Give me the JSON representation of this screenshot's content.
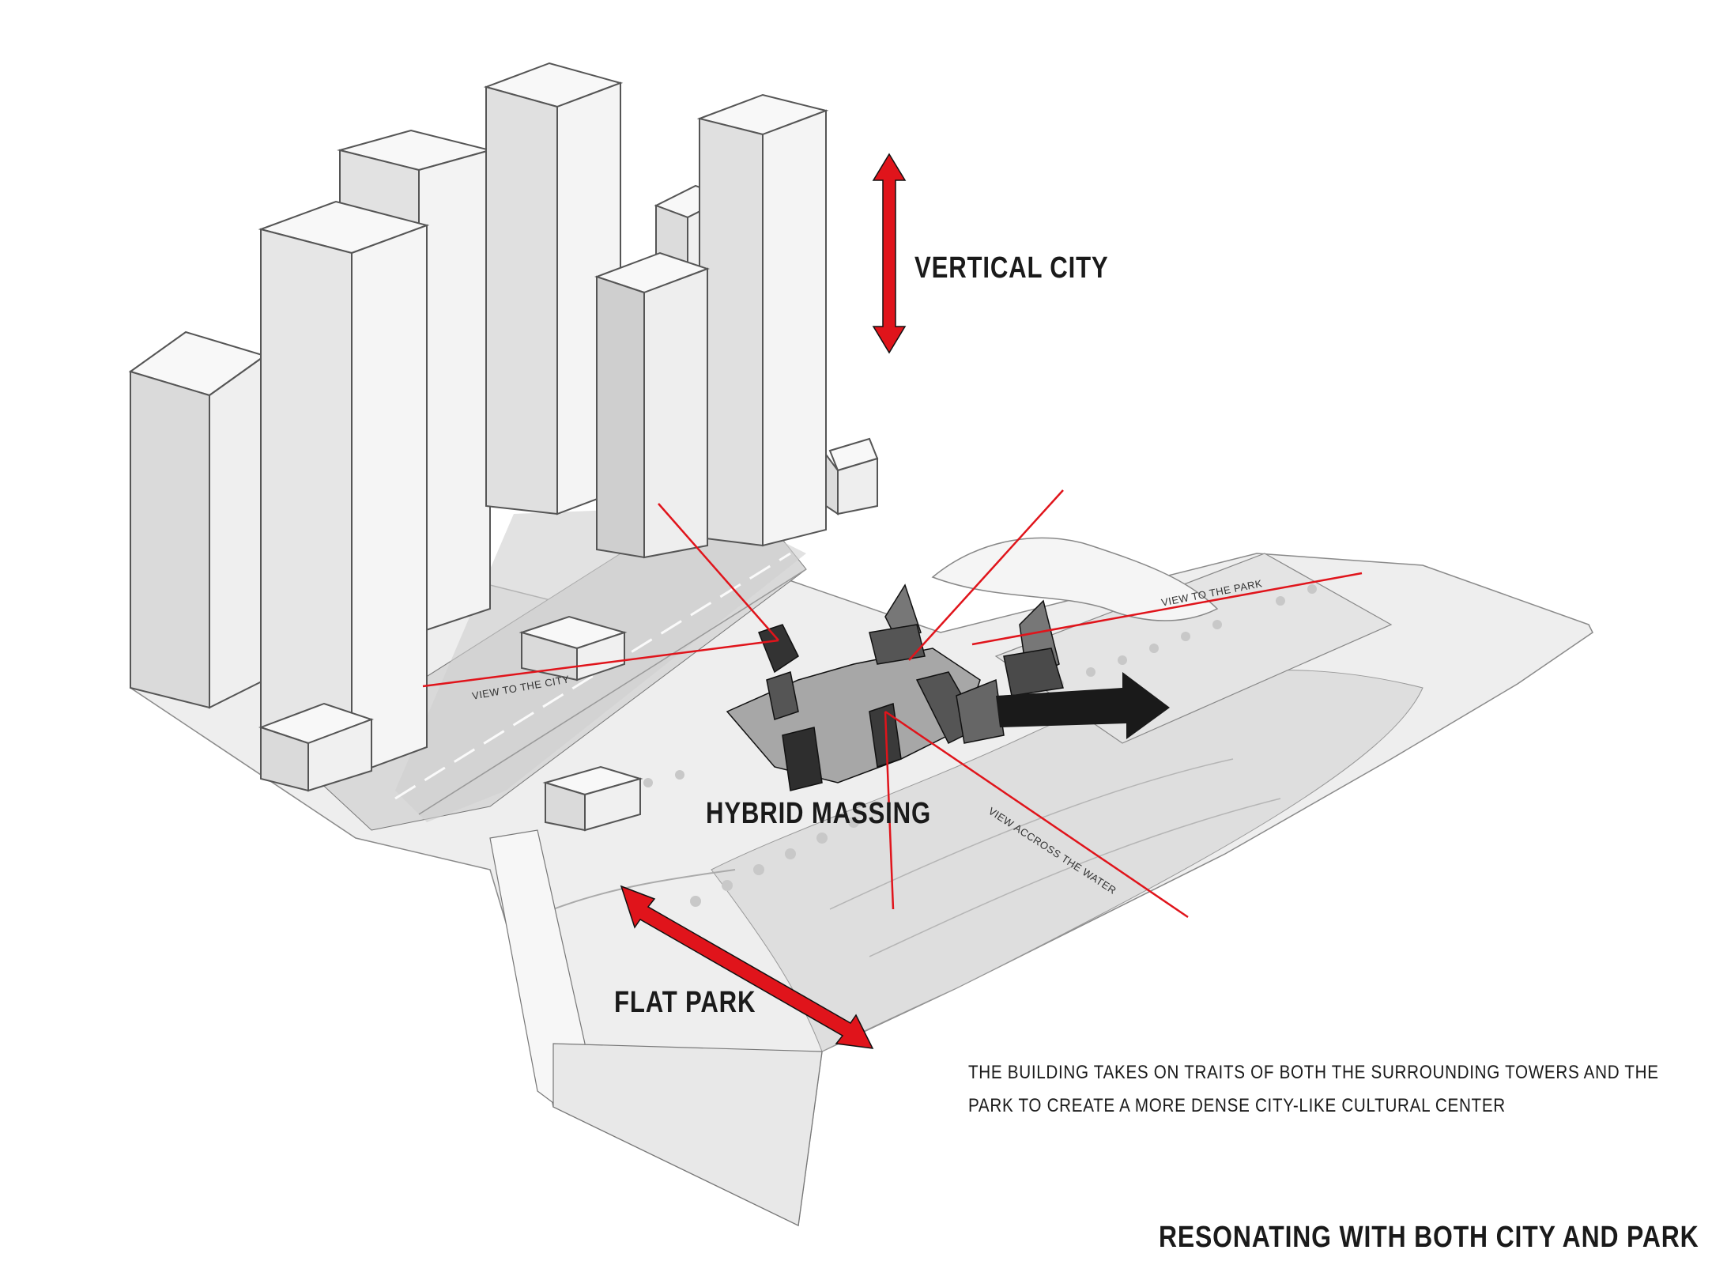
{
  "labels": {
    "vertical_city": "VERTICAL CITY",
    "hybrid_massing": "HYBRID MASSING",
    "flat_park": "FLAT PARK",
    "view_to_the_city": "VIEW TO THE CITY",
    "view_to_the_park": "VIEW TO THE PARK",
    "view_across_water": "VIEW ACCROSS THE WATER"
  },
  "caption": {
    "line1": "THE BUILDING TAKES ON TRAITS OF BOTH THE SURROUNDING TOWERS AND THE",
    "line2": "PARK TO CREATE A MORE DENSE CITY-LIKE CULTURAL CENTER"
  },
  "title": "RESONATING WITH BOTH CITY AND PARK",
  "colors": {
    "accent_red": "#e0141b",
    "arrow_black": "#1a1a1a",
    "tower_light": "#f7f7f7",
    "tower_shade": "#cfcfcf",
    "ground": "#ececec",
    "water": "#dcdcdc"
  }
}
